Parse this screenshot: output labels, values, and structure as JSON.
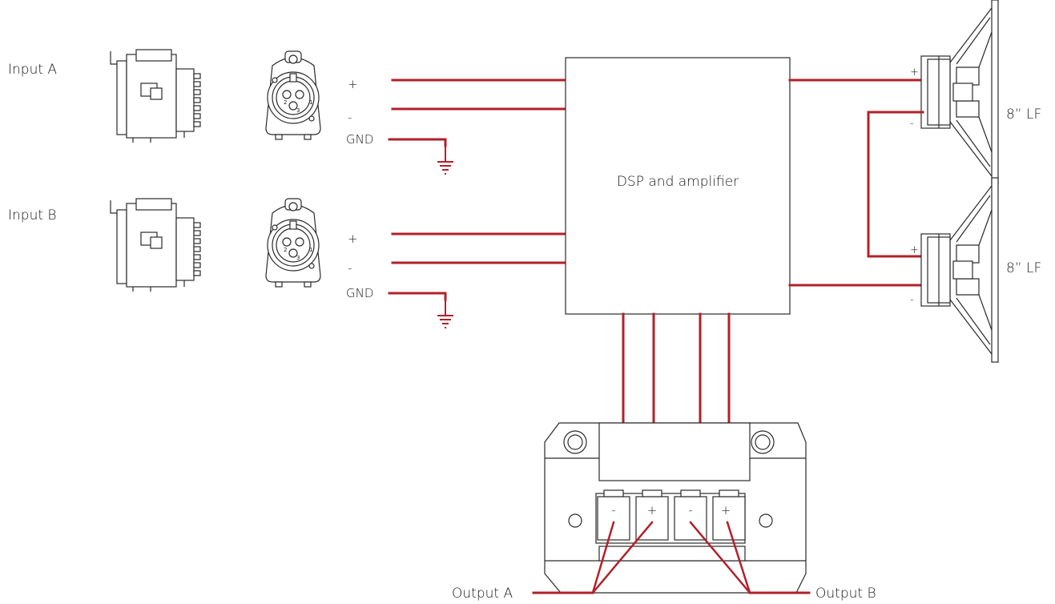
{
  "inputs": [
    {
      "label": "Input A",
      "plus": "+",
      "minus": "-",
      "gnd": "GND",
      "pin1": "1",
      "pin2": "2",
      "pin3": "3"
    },
    {
      "label": "Input B",
      "plus": "+",
      "minus": "-",
      "gnd": "GND",
      "pin1": "1",
      "pin2": "2",
      "pin3": "3"
    }
  ],
  "processor": {
    "label": "DSP and amplifier"
  },
  "speakers": [
    {
      "label": "8” LF",
      "plus": "+",
      "minus": "-"
    },
    {
      "label": "8” LF",
      "plus": "+",
      "minus": "-"
    }
  ],
  "terminal": {
    "slots": [
      "-",
      "+",
      "-",
      "+"
    ]
  },
  "outputs": [
    {
      "label": "Output A"
    },
    {
      "label": "Output B"
    }
  ],
  "colors": {
    "wire": "#b3202a",
    "outline": "#2a2a2a"
  }
}
